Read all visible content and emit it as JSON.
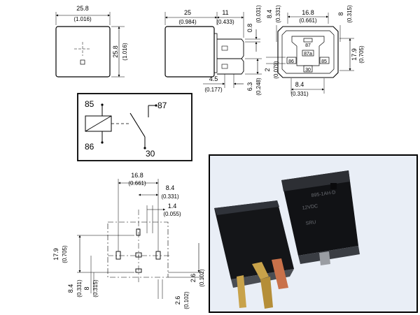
{
  "front_view": {
    "width_mm": "25.8",
    "width_in": "(1.016)",
    "height_mm": "25.8",
    "height_in": "(1.016)"
  },
  "side_view": {
    "body_mm": "25",
    "body_in": "(0.984)",
    "terminal_mm": "11",
    "terminal_in": "(0.433)",
    "tab_thick_mm": "0.8",
    "tab_thick_in": "(0.031)",
    "tab_pitch_mm": "4.5",
    "tab_pitch_in": "(0.177)",
    "tab_width_mm": "6.3",
    "tab_width_in": "(0.248)"
  },
  "bottom_view": {
    "span_mm": "16.8",
    "span_in": "(0.661)",
    "left_mm": "8.4",
    "left_in": "(0.331)",
    "right_mm": "8",
    "right_in": "(0.315)",
    "height_mm": "17.9",
    "height_in": "(0.705)",
    "low_mm": "2",
    "low_in": "(0.079)",
    "bottom_mm": "8.4",
    "bottom_in": "(0.331)",
    "pins": [
      "87",
      "87a",
      "86",
      "30",
      "85"
    ]
  },
  "schematic": {
    "coil_plus": "85",
    "coil_minus": "86",
    "contact_no": "87",
    "common": "30"
  },
  "footprint": {
    "span_mm": "16.8",
    "span_in": "(0.661)",
    "offset_mm": "8.4",
    "offset_in": "(0.331)",
    "pin_mm": "1.4",
    "pin_in": "(0.055)",
    "height_mm": "17.9",
    "height_in": "(0.705)",
    "left1_mm": "8.4",
    "left1_in": "(0.331)",
    "left2_mm": "8",
    "left2_in": "(0.315)",
    "right_mm": "2.6",
    "right_in": "(0.102)",
    "bottom_mm": "2.6",
    "bottom_in": "(0.102)"
  },
  "photo": {
    "label_line1": "895-1AH-D",
    "label_line2": "12VDC",
    "label_line3": "SRU"
  },
  "colors": {
    "line": "#000000",
    "grid": "#9ab7d9",
    "grid_bg": "#e3ebf5",
    "relay_body": "#1b1c1f",
    "terminal_brass": "#c8a24a",
    "terminal_copper": "#c9714a"
  }
}
